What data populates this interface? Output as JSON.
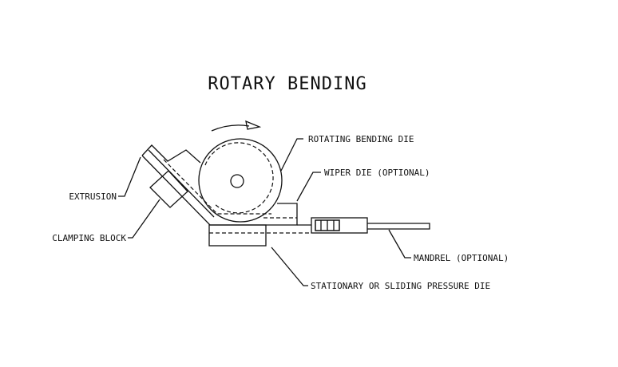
{
  "title": "ROTARY BENDING",
  "labels": {
    "rotating_die": "ROTATING BENDING DIE",
    "wiper_die": "WIPER DIE (OPTIONAL)",
    "extrusion": "EXTRUSION",
    "clamping_block": "CLAMPING BLOCK",
    "mandrel": "MANDREL (OPTIONAL)",
    "pressure_die": "STATIONARY OR SLIDING PRESSURE DIE"
  }
}
